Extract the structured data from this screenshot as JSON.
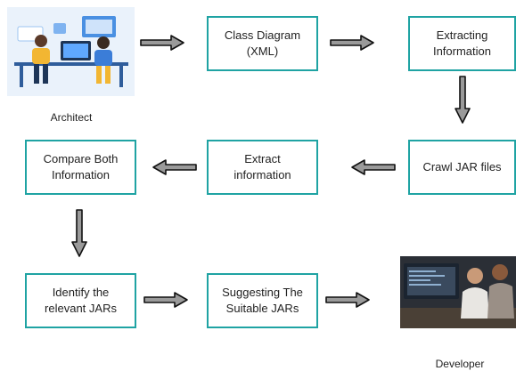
{
  "nodes": {
    "architect_label": "Architect",
    "class_diagram": "Class Diagram\n(XML)",
    "extracting_information": "Extracting\nInformation",
    "crawl_jar": "Crawl JAR files",
    "extract_information": "Extract\ninformation",
    "compare_both": "Compare Both\nInformation",
    "identify_jars": "Identify the\nrelevant JARs",
    "suggesting_jars": "Suggesting The\nSuitable JARs",
    "developer_label": "Developer"
  },
  "colors": {
    "box_border": "#1fa3a3",
    "arrow_fill": "#9a9a9a",
    "arrow_stroke": "#111111"
  }
}
